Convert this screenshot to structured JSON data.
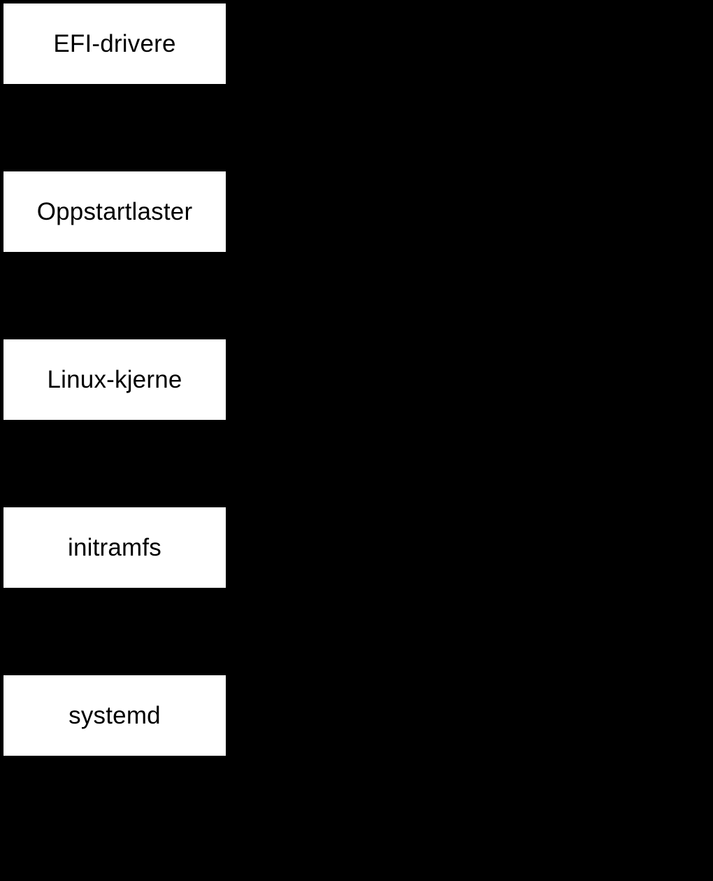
{
  "diagram": {
    "type": "flowchart",
    "orientation": "vertical",
    "background_color": "#000000",
    "node_fill_color": "#ffffff",
    "node_text_color": "#000000",
    "nodes": [
      {
        "label": "EFI-drivere"
      },
      {
        "label": "Oppstartlaster"
      },
      {
        "label": "Linux-kjerne"
      },
      {
        "label": "initramfs"
      },
      {
        "label": "systemd"
      }
    ]
  }
}
